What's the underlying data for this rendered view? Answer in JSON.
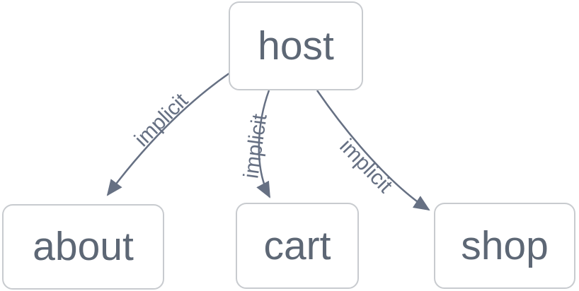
{
  "diagram": {
    "colors": {
      "edge": "#667083",
      "node-text": "#5d6775",
      "node-border": "#c8cbcf",
      "node-fill": "#ffffff",
      "bg": "#ffffff"
    },
    "nodes": [
      {
        "id": "host",
        "label": "host"
      },
      {
        "id": "about",
        "label": "about"
      },
      {
        "id": "cart",
        "label": "cart"
      },
      {
        "id": "shop",
        "label": "shop"
      }
    ],
    "edges": [
      {
        "from": "host",
        "to": "about",
        "label": "implicit"
      },
      {
        "from": "host",
        "to": "cart",
        "label": "implicit"
      },
      {
        "from": "host",
        "to": "shop",
        "label": "implicit"
      }
    ]
  }
}
